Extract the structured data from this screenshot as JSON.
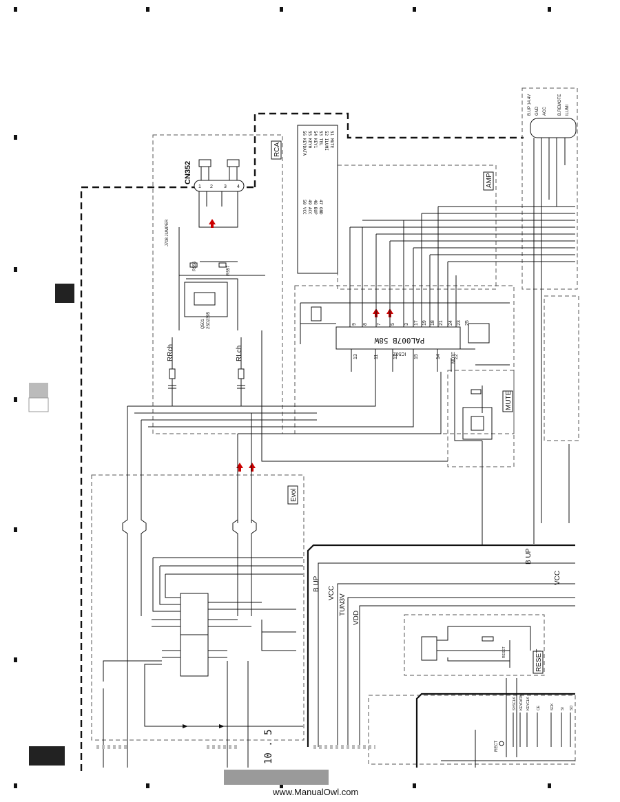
{
  "blocks": {
    "rca": "RCA",
    "amp": "AMP",
    "mute": "MUTE",
    "evol": "Evol",
    "reset": "RESET"
  },
  "connector": {
    "ref": "CN352",
    "pins": [
      "1",
      "2",
      "3",
      "4"
    ]
  },
  "amp_ic": {
    "ref": "IC502",
    "part": "PAL007B 58W"
  },
  "channels": {
    "rr": "RRch",
    "rl": "RLch"
  },
  "power_rails": [
    "B UP",
    "VCC",
    "TUN3V",
    "VDD",
    "B UP",
    "VCC"
  ],
  "rca_parts": [
    "J708 JUMPER",
    "R556",
    "R557",
    "Q501",
    "2SD2395"
  ],
  "amp_pins_top": [
    "9",
    "8",
    "7",
    "5",
    "3",
    "17",
    "19",
    "18",
    "21",
    "24",
    "23",
    "25"
  ],
  "amp_pins_bottom": [
    "13",
    "11",
    "12",
    "15",
    "14",
    "22"
  ],
  "right_connector_labels": [
    "B.UP 14.4V",
    "GND",
    "ACC",
    "",
    "B.REMOTE",
    "ILUMI"
  ],
  "left_bus_labels": [
    "56 KEYDATA",
    "55 KEY0",
    "54 KEY1",
    "53 TEL",
    "52 ILUMI",
    "51 MUTE",
    "50 VCC",
    "49 ACC",
    "48 BUP",
    "47 GND"
  ],
  "mute_node_label": "MUTE",
  "reset_label": "RESET",
  "rect_label": "RECT",
  "bottom_labels": [
    "SYSCLK",
    "KEYDATA",
    "KEYCLK",
    "CE",
    "SCK",
    "SI",
    "SO"
  ],
  "page_number": "10 . 5",
  "watermark": "www.ManualOwl.com"
}
